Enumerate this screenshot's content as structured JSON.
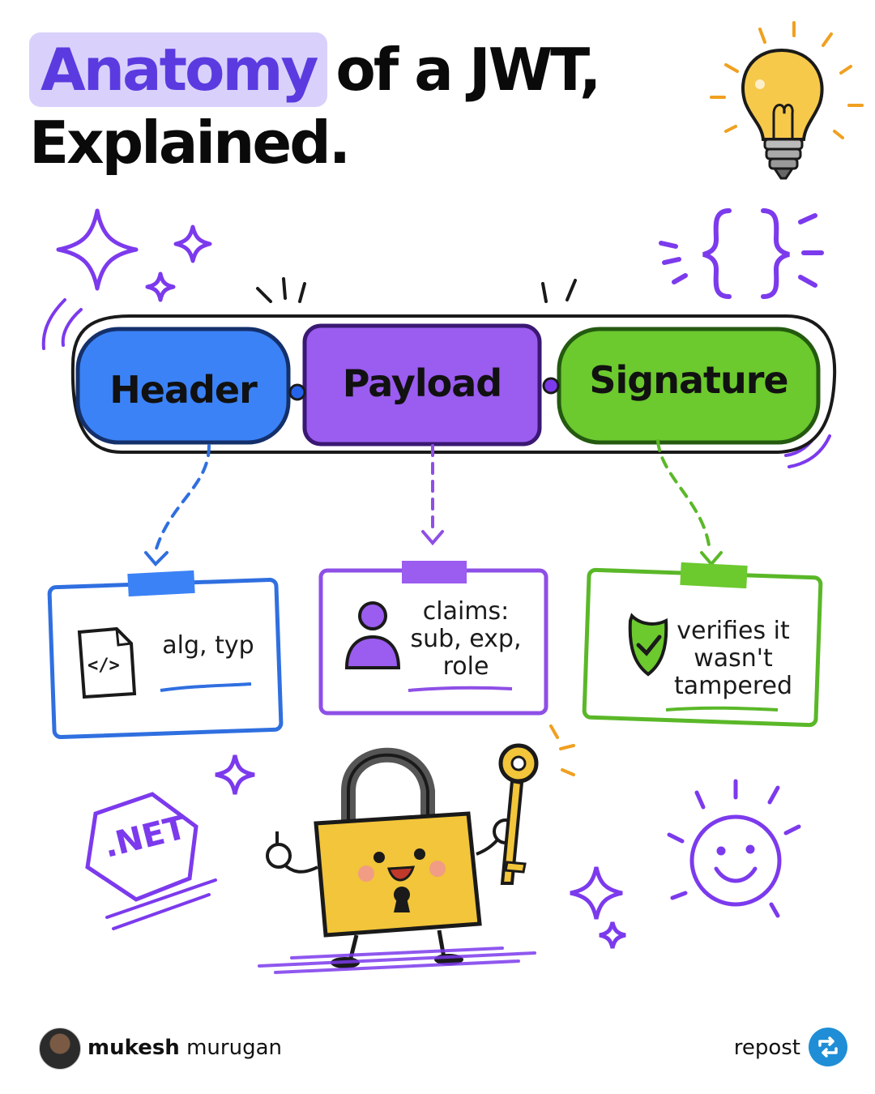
{
  "title": {
    "highlight": "Anatomy",
    "rest_line1": "of a JWT,",
    "line2": "Explained."
  },
  "segments": [
    {
      "label": "Header",
      "color": "#3b82f6"
    },
    {
      "label": "Payload",
      "color": "#9b5cf0"
    },
    {
      "label": "Signature",
      "color": "#6cc92e"
    }
  ],
  "cards": [
    {
      "text": "alg, typ",
      "icon": "code-file-icon",
      "color": "#2f6fe0"
    },
    {
      "text": "claims:\nsub, exp,\nrole",
      "icon": "user-icon",
      "color": "#8e4fe6"
    },
    {
      "text": "verifies it\nwasn't\ntampered",
      "icon": "shield-check-icon",
      "color": "#5ab828"
    }
  ],
  "badge": ".NET",
  "footer": {
    "author_first": "mukesh",
    "author_last": "murugan",
    "repost_label": "repost"
  },
  "colors": {
    "accent": "#5b3be0",
    "highlight_bg": "#d9d1fb",
    "purple": "#7c3aed",
    "lock": "#f2c53a",
    "repost": "#1f8ed6"
  }
}
